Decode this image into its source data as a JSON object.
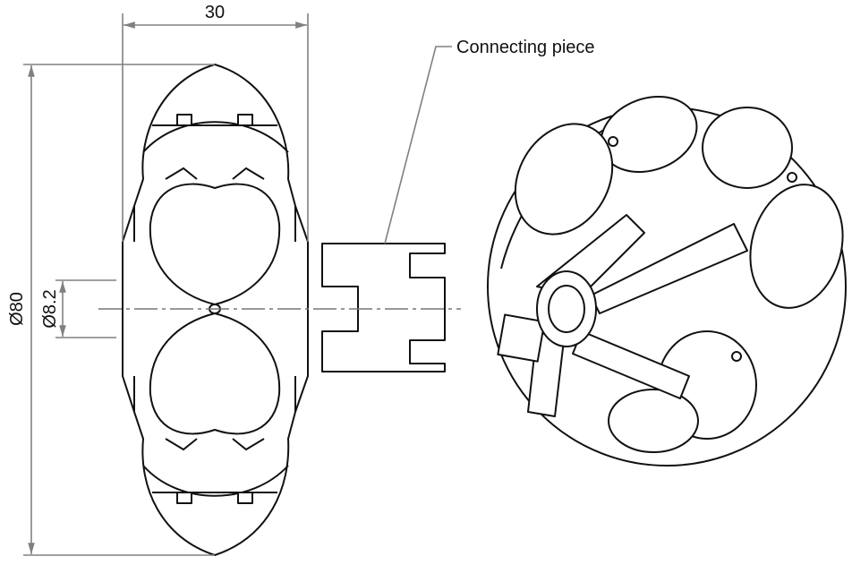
{
  "dimensions": {
    "width": "30",
    "outer_diameter": "Ø80",
    "bore_diameter": "Ø8.2"
  },
  "callouts": {
    "connecting_piece": "Connecting piece"
  },
  "colors": {
    "line": "#111111",
    "dimension": "#808080"
  }
}
